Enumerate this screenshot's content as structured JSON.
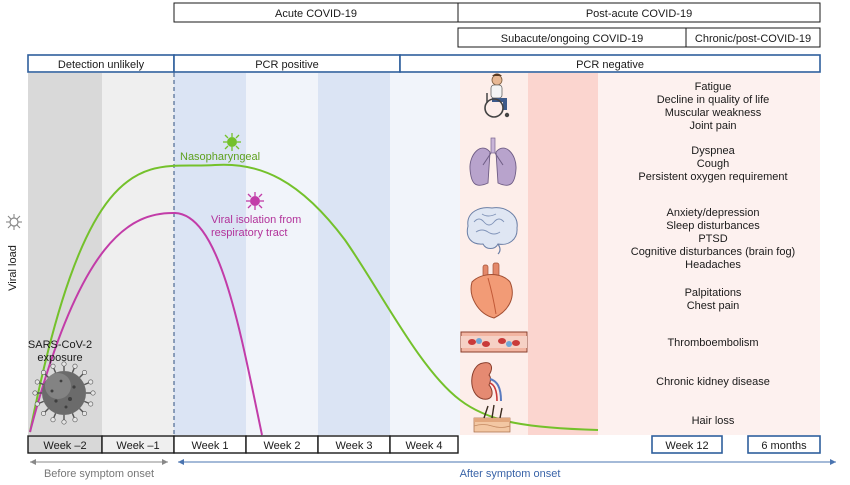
{
  "phase_header": {
    "acute": "Acute COVID-19",
    "post_acute": "Post-acute COVID-19",
    "subacute": "Subacute/ongoing COVID-19",
    "chronic": "Chronic/post-COVID-19"
  },
  "pcr_bar": {
    "detection_unlikely": "Detection unlikely",
    "positive": "PCR positive",
    "negative": "PCR negative"
  },
  "y_axis_label": "Viral load",
  "curves": {
    "nasopharyngeal": "Nasopharyngeal",
    "viral_isolation_line1": "Viral isolation from",
    "viral_isolation_line2": "respiratory tract"
  },
  "exposure": {
    "line1": "SARS-CoV-2",
    "line2": "exposure"
  },
  "timeline": {
    "weeks": [
      "Week –2",
      "Week –1",
      "Week 1",
      "Week 2",
      "Week 3",
      "Week 4"
    ],
    "week12": "Week 12",
    "months6": "6 months",
    "before_onset": "Before symptom onset",
    "after_onset": "After symptom onset"
  },
  "symptom_groups": [
    {
      "organ": "wheelchair-person",
      "lines": [
        "Fatigue",
        "Decline in quality of life",
        "Muscular weakness",
        "Joint pain"
      ]
    },
    {
      "organ": "lungs",
      "lines": [
        "Dyspnea",
        "Cough",
        "Persistent oxygen requirement"
      ]
    },
    {
      "organ": "brain",
      "lines": [
        "Anxiety/depression",
        "Sleep disturbances",
        "PTSD",
        "Cognitive disturbances (brain fog)",
        "Headaches"
      ]
    },
    {
      "organ": "heart",
      "lines": [
        "Palpitations",
        "Chest pain"
      ]
    },
    {
      "organ": "blood-vessel",
      "lines": [
        "Thromboembolism"
      ]
    },
    {
      "organ": "kidney",
      "lines": [
        "Chronic kidney disease"
      ]
    },
    {
      "organ": "skin-hair",
      "lines": [
        "Hair loss"
      ]
    }
  ],
  "colors": {
    "green_curve": "#74c12b",
    "magenta_curve": "#c23ca8",
    "blue_border": "#2f5f9c",
    "blue_band": "#dbe4f4",
    "pink_band": "#fbd5cf",
    "gray_band": "#d9d9d9"
  }
}
